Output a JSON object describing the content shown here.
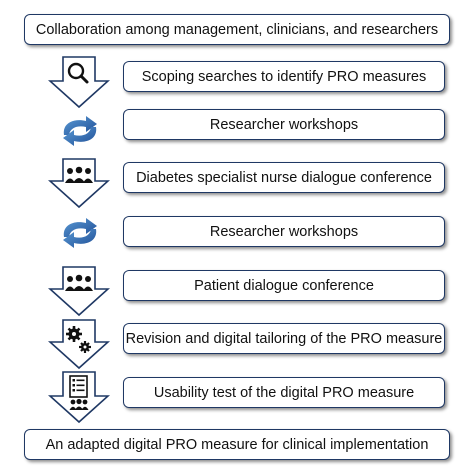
{
  "header": {
    "text": "Collaboration among management, clinicians, and researchers"
  },
  "steps": [
    {
      "label": "Scoping searches to identify PRO measures",
      "icon": "magnifier-arrow-icon"
    },
    {
      "label": "Researcher workshops",
      "icon": "cycle-arrows-icon"
    },
    {
      "label": "Diabetes specialist nurse dialogue conference",
      "icon": "people-arrow-icon"
    },
    {
      "label": "Researcher workshops",
      "icon": "cycle-arrows-icon"
    },
    {
      "label": "Patient dialogue conference",
      "icon": "people-arrow-icon"
    },
    {
      "label": "Revision and digital tailoring of the PRO measure",
      "icon": "gears-arrow-icon"
    },
    {
      "label": "Usability test of the digital PRO measure",
      "icon": "checklist-arrow-icon"
    }
  ],
  "footer": {
    "text": "An adapted digital PRO measure for clinical implementation"
  },
  "colors": {
    "border": "#1f3864",
    "arrow_outline": "#1f3864",
    "cycle_blue": "#2e74b5",
    "text": "#111111"
  }
}
